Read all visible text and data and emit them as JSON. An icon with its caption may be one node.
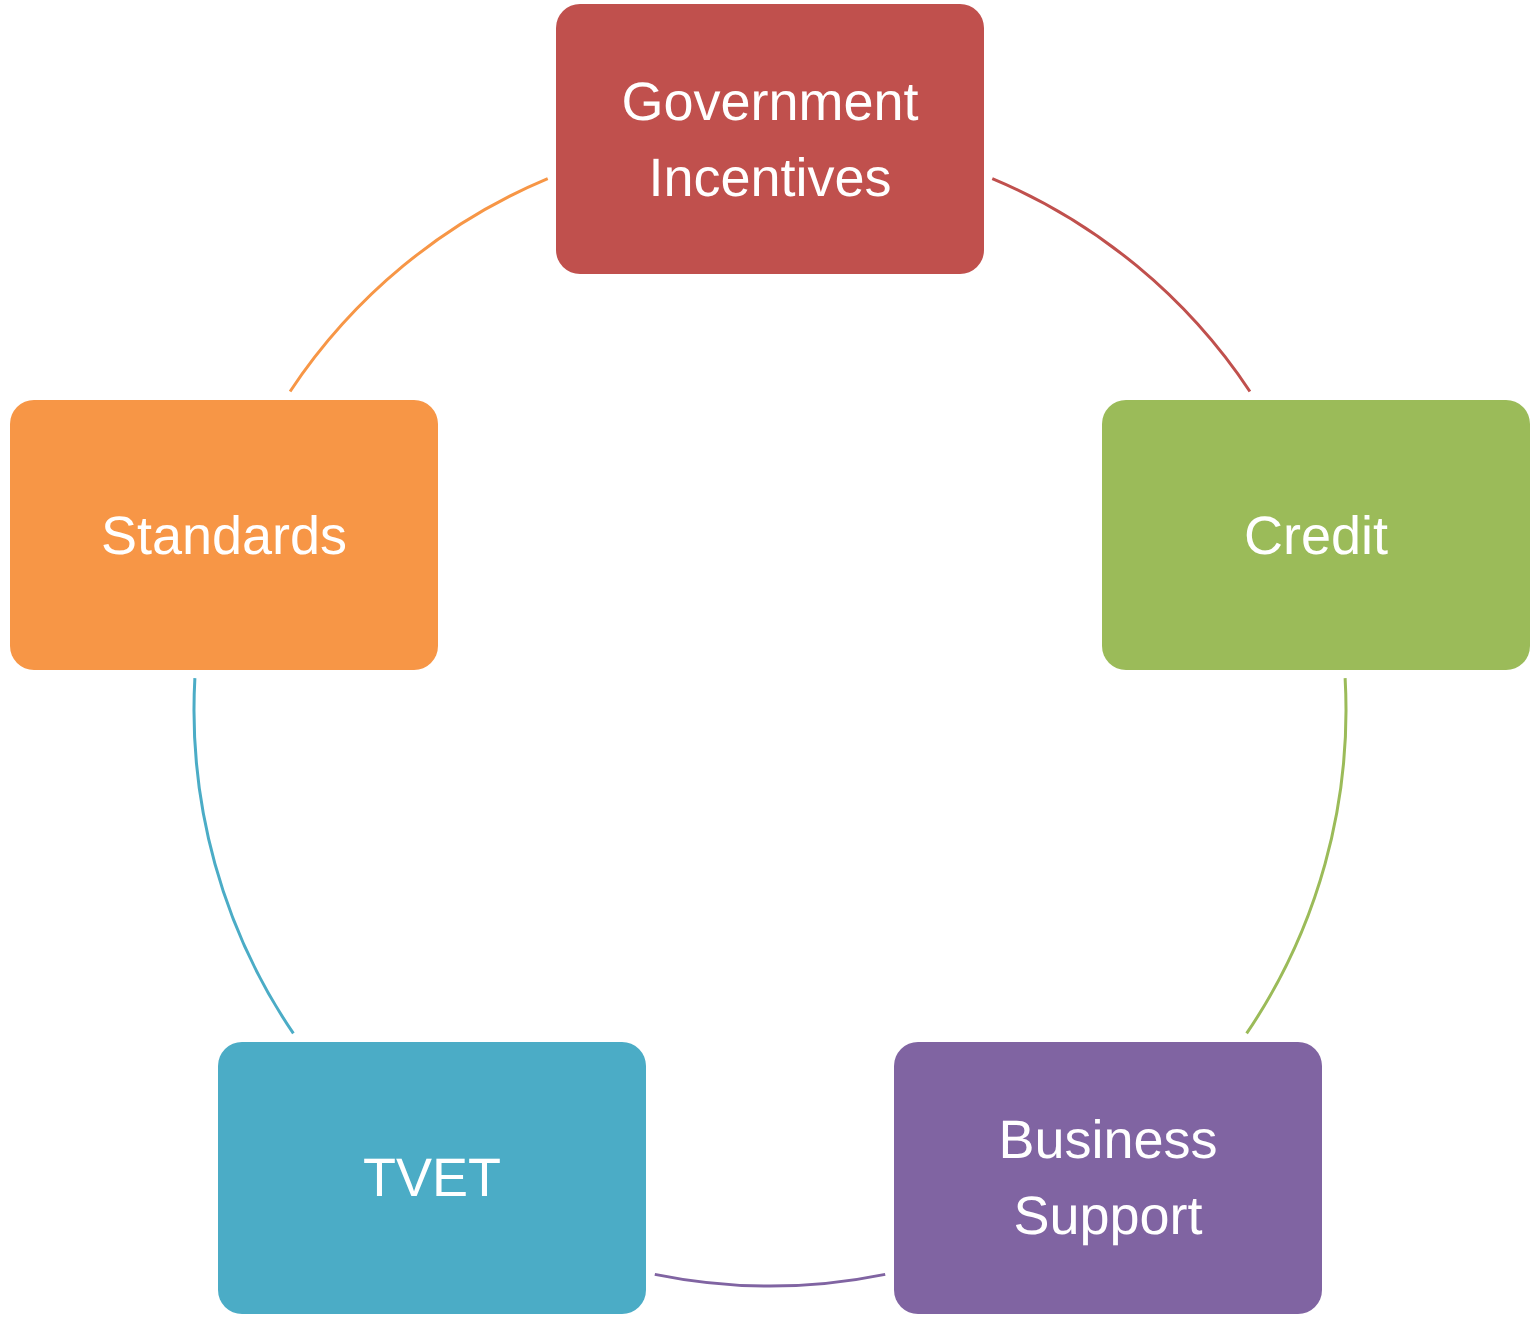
{
  "diagram": {
    "nodes": [
      {
        "text": [
          "Government Incentives"
        ]
      },
      {
        "text": [
          "Credit"
        ]
      },
      {
        "text": [
          "Business Support"
        ]
      },
      {
        "text": [
          "TVET"
        ]
      },
      {
        "text": [
          "Standards"
        ]
      }
    ],
    "edges": [
      {
        "from": 0,
        "to": 1,
        "arrow": "none",
        "color": "#c0504d"
      },
      {
        "from": 1,
        "to": 2,
        "arrow": "none",
        "color": "#9bbb59"
      },
      {
        "from": 2,
        "to": 3,
        "arrow": "none",
        "color": "#8064a2"
      },
      {
        "from": 3,
        "to": 4,
        "arrow": "none",
        "color": "#4bacc6"
      },
      {
        "from": 4,
        "to": 0,
        "arrow": "none",
        "color": "#f79646"
      }
    ]
  }
}
